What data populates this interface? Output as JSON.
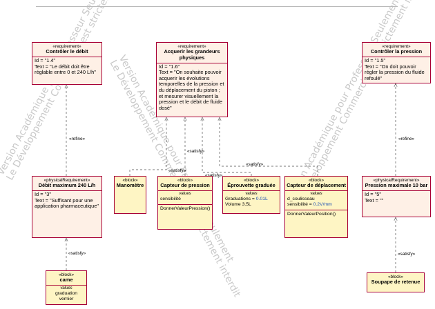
{
  "watermark": {
    "line1": "Version Académique pour Professeur Seulement",
    "line2": "Le Développement Commercial est strictement interdit"
  },
  "colors": {
    "requirement_fill": "#fef0e6",
    "block_fill": "#fef5c4",
    "border": "#a80036",
    "attribute_value": "#1a4fb4"
  },
  "requirements": {
    "r1": {
      "stereotype": "«requirement»",
      "title": "Contrôler le débit",
      "id": "Id = \"1.4\"",
      "text": "Text = \"Le débit doit être réglable entre 0 et 240 L/h\""
    },
    "r2": {
      "stereotype": "«requirement»",
      "title": "Acquerir les grandeurs physiques",
      "id": "Id = \"1.6\"",
      "text": "Text = \"On souhaite pouvoir acquerir les évolutions temporelles de la pression et du déplacement du piston ; et mesurer visuellement la pression et le débit de fluide dosé\""
    },
    "r3": {
      "stereotype": "«requirement»",
      "title": "Contrôler la pression",
      "id": "Id = \"1.5\"",
      "text": "Text = \"On doit pouvoir régler la pression du fluide refoulé\""
    }
  },
  "physical_requirements": {
    "p1": {
      "stereotype": "«physicalRequirement»",
      "title": "Débit maximum 240 L/h",
      "id": "Id = \"3\"",
      "text": "Text = \"Suffisant pour une application pharmaceutique\""
    },
    "p2": {
      "stereotype": "«physicalRequirement»",
      "title": "Pression maximale 10 bar",
      "id": "Id = \"5\"",
      "text": "Text = \"\""
    }
  },
  "blocks": {
    "manometre": {
      "stereotype": "«block»",
      "title": "Manomètre"
    },
    "capteur_pression": {
      "stereotype": "«block»",
      "title": "Capteur de pression",
      "values_label": "values",
      "value1": "sensibilité",
      "operation": "DonnerValeurPression()"
    },
    "eprouvette": {
      "stereotype": "«block»",
      "title": "Éprouvette graduée",
      "values_label": "values",
      "value1_name": "Graduations = ",
      "value1_val": "0.01L",
      "value2_name": "Volume ",
      "value2_val": "3.5L"
    },
    "capteur_deplacement": {
      "stereotype": "«block»",
      "title": "Capteur de déplacement",
      "values_label": "values",
      "value1": "d_coulisseau",
      "value2_name": "sensibilité = ",
      "value2_val": "0.2V/mm",
      "operation": "DonnerValeurPosition()"
    },
    "came": {
      "stereotype": "«block»",
      "title": "came",
      "values_label": "values",
      "value1": "graduation vernier"
    },
    "soupape": {
      "stereotype": "«block»",
      "title": "Soupape de retenue"
    }
  },
  "relation_labels": {
    "refine_left": "«refine»",
    "refine_right": "«refine»",
    "satisfy_came": "«satisfy»",
    "satisfy_soupape": "«satisfy»",
    "satisfy_manometre": "«satisfy»",
    "satisfy_capteur": "«satisfy»",
    "satisfy_eprouvette": "«satisfy»",
    "satisfy_deplacement": "«satisfy»"
  }
}
